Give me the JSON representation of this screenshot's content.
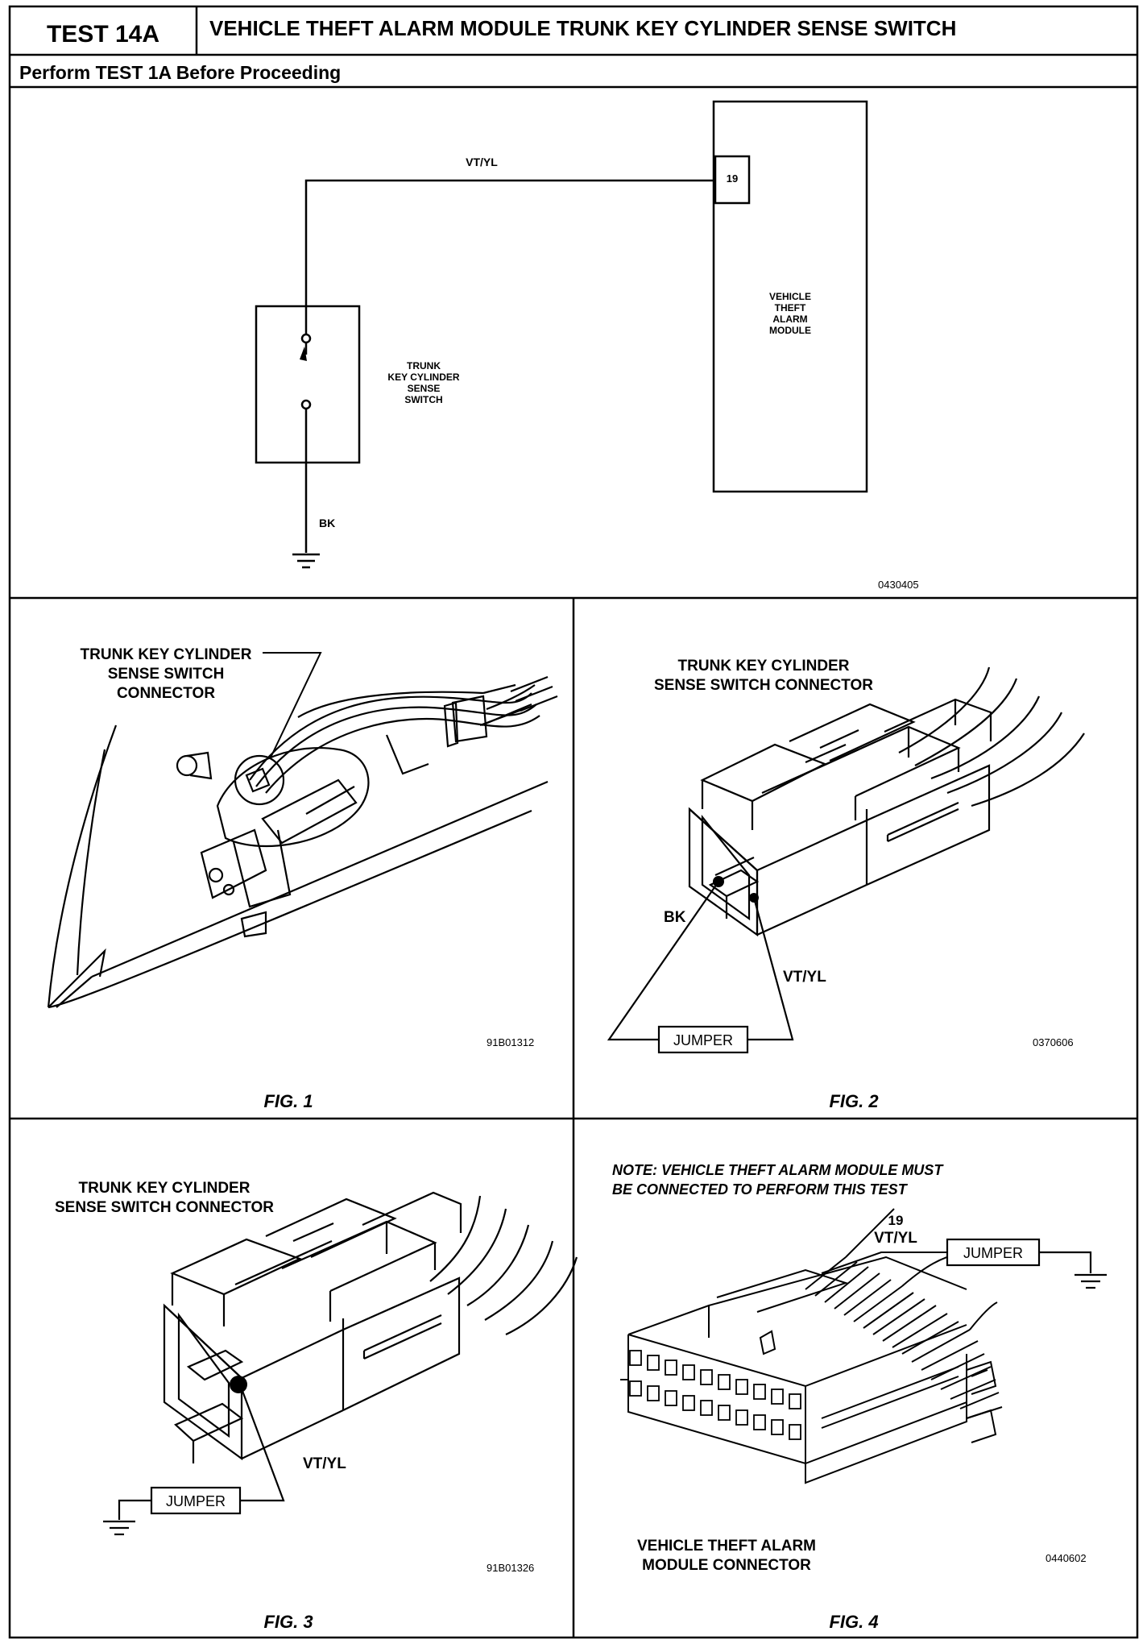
{
  "header": {
    "test_id": "TEST 14A",
    "title": "VEHICLE THEFT ALARM MODULE TRUNK KEY CYLINDER SENSE SWITCH",
    "prerequisite": "Perform TEST 1A Before Proceeding"
  },
  "schematic": {
    "wire_top": "VT/YL",
    "wire_bottom": "BK",
    "pin": "19",
    "module_label": [
      "VEHICLE",
      "THEFT",
      "ALARM",
      "MODULE"
    ],
    "switch_label": [
      "TRUNK",
      "KEY CYLINDER",
      "SENSE",
      "SWITCH"
    ],
    "ref": "0430405"
  },
  "fig1": {
    "label": [
      "TRUNK KEY CYLINDER",
      "SENSE SWITCH",
      "CONNECTOR"
    ],
    "ref": "91B01312",
    "caption": "FIG. 1"
  },
  "fig2": {
    "label": [
      "TRUNK KEY CYLINDER",
      "SENSE SWITCH CONNECTOR"
    ],
    "bk": "BK",
    "vtyl": "VT/YL",
    "jumper": "JUMPER",
    "ref": "0370606",
    "caption": "FIG. 2"
  },
  "fig3": {
    "label": [
      "TRUNK KEY CYLINDER",
      "SENSE SWITCH CONNECTOR"
    ],
    "vtyl": "VT/YL",
    "jumper": "JUMPER",
    "ref": "91B01326",
    "caption": "FIG. 3"
  },
  "fig4": {
    "note": [
      "NOTE:  VEHICLE THEFT ALARM MODULE MUST",
      "BE CONNECTED TO PERFORM THIS TEST"
    ],
    "pin": "19",
    "vtyl": "VT/YL",
    "jumper": "JUMPER",
    "label": [
      "VEHICLE THEFT ALARM",
      "MODULE CONNECTOR"
    ],
    "ref": "0440602",
    "caption": "FIG. 4"
  }
}
